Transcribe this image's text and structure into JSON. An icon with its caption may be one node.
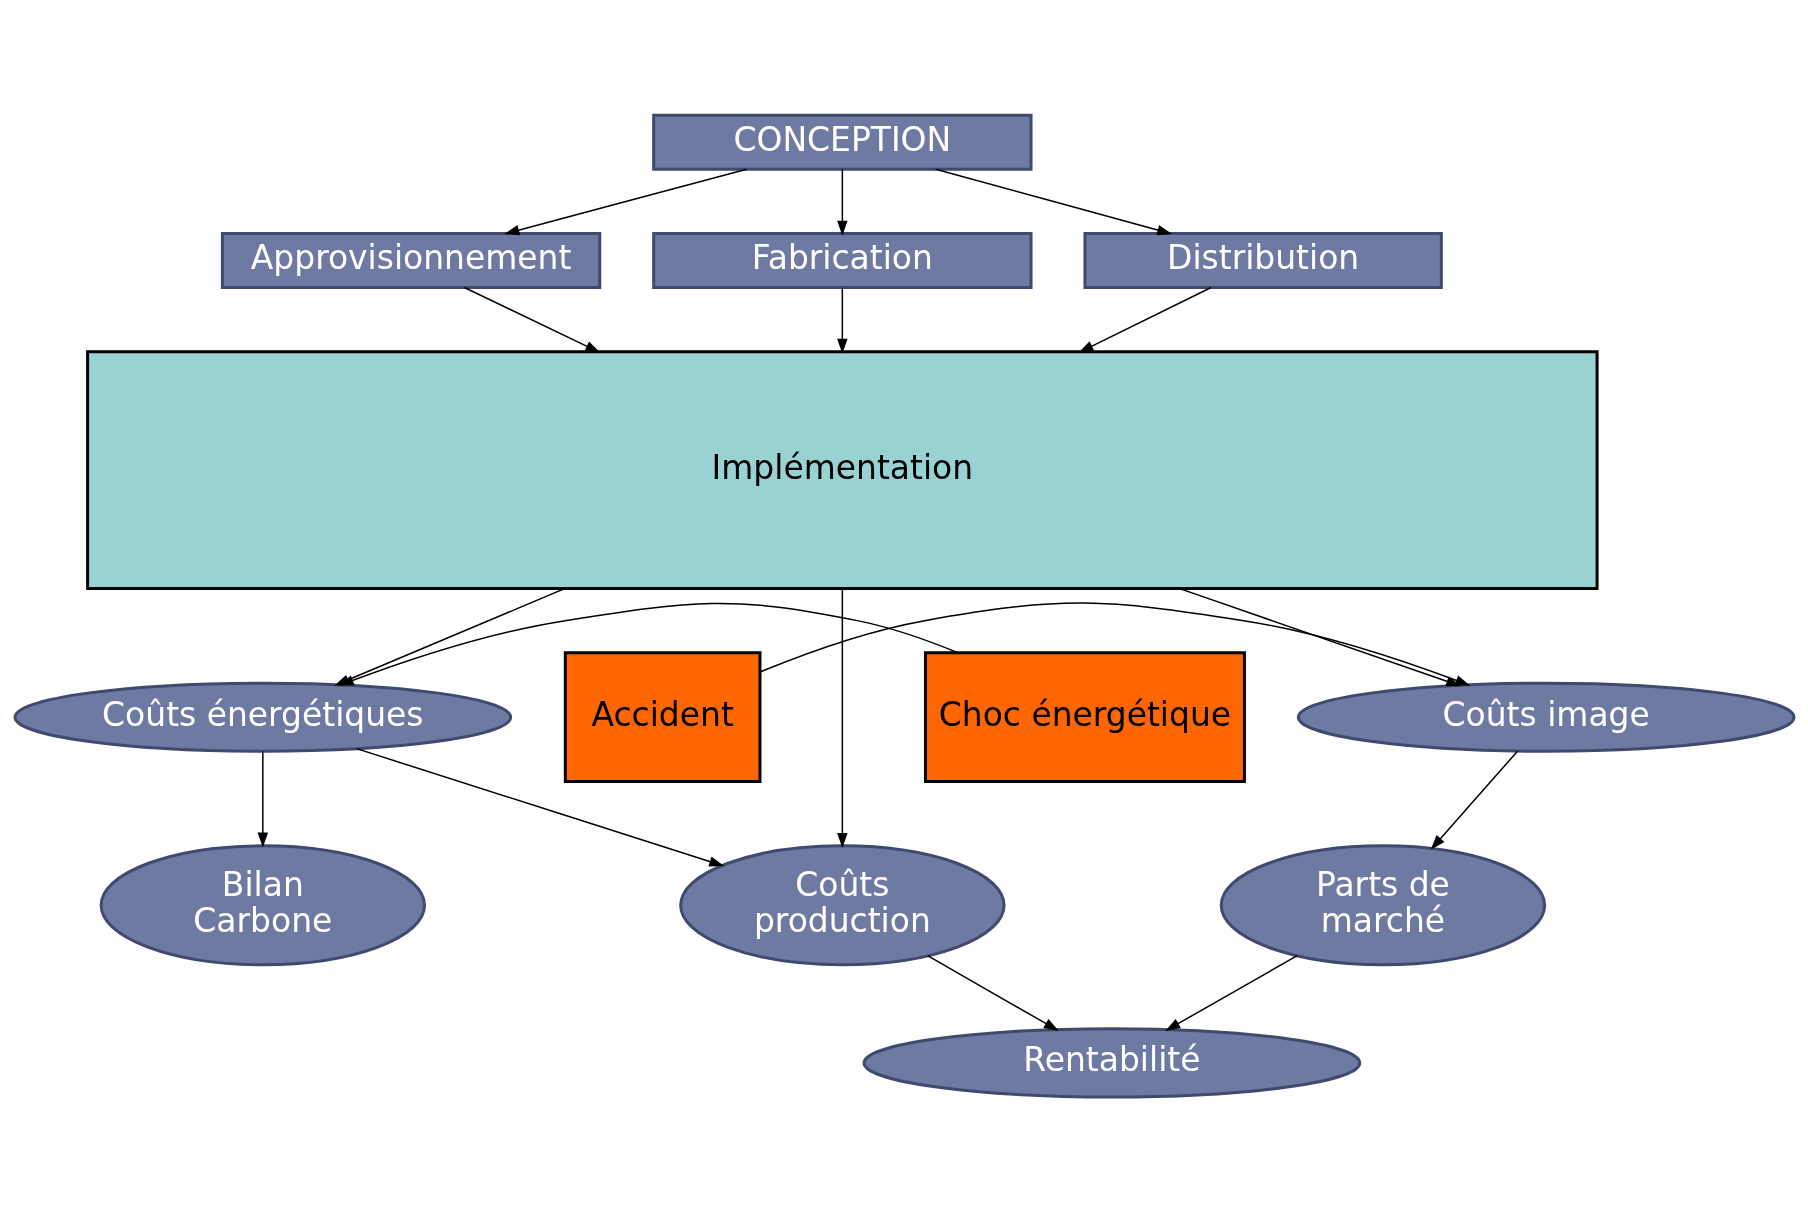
{
  "diagram": {
    "nodes": [
      {
        "text": [
          "CONCEPTION"
        ]
      },
      {
        "text": [
          "Approvisionnement"
        ]
      },
      {
        "text": [
          "Fabrication"
        ]
      },
      {
        "text": [
          "Distribution"
        ]
      },
      {
        "text": [
          "Implémentation"
        ]
      },
      {
        "text": [
          "Choc énergétique"
        ]
      },
      {
        "text": [
          "Coûts énergétiques"
        ]
      },
      {
        "text": [
          "Coûts image"
        ]
      },
      {
        "text": [
          "Accident"
        ]
      },
      {
        "text": [
          "Bilan Carbone"
        ]
      },
      {
        "text": [
          "Coûts production"
        ]
      },
      {
        "text": [
          "Parts de marché"
        ]
      },
      {
        "text": [
          "Rentabilité"
        ]
      }
    ],
    "edges": [
      {
        "from": 0,
        "to": 1,
        "arrow": "to"
      },
      {
        "from": 0,
        "to": 2,
        "arrow": "to"
      },
      {
        "from": 0,
        "to": 3,
        "arrow": "to"
      },
      {
        "from": 1,
        "to": 4,
        "arrow": "to"
      },
      {
        "from": 2,
        "to": 4,
        "arrow": "to"
      },
      {
        "from": 3,
        "to": 4,
        "arrow": "to"
      },
      {
        "from": 4,
        "to": 6,
        "arrow": "to"
      },
      {
        "from": 4,
        "to": 10,
        "arrow": "to"
      },
      {
        "from": 4,
        "to": 7,
        "arrow": "to"
      },
      {
        "from": 5,
        "to": 6,
        "arrow": "to"
      },
      {
        "from": 8,
        "to": 7,
        "arrow": "to"
      },
      {
        "from": 6,
        "to": 9,
        "arrow": "to"
      },
      {
        "from": 6,
        "to": 10,
        "arrow": "to"
      },
      {
        "from": 7,
        "to": 11,
        "arrow": "to"
      },
      {
        "from": 10,
        "to": 12,
        "arrow": "to"
      },
      {
        "from": 11,
        "to": 12,
        "arrow": "to"
      }
    ]
  }
}
